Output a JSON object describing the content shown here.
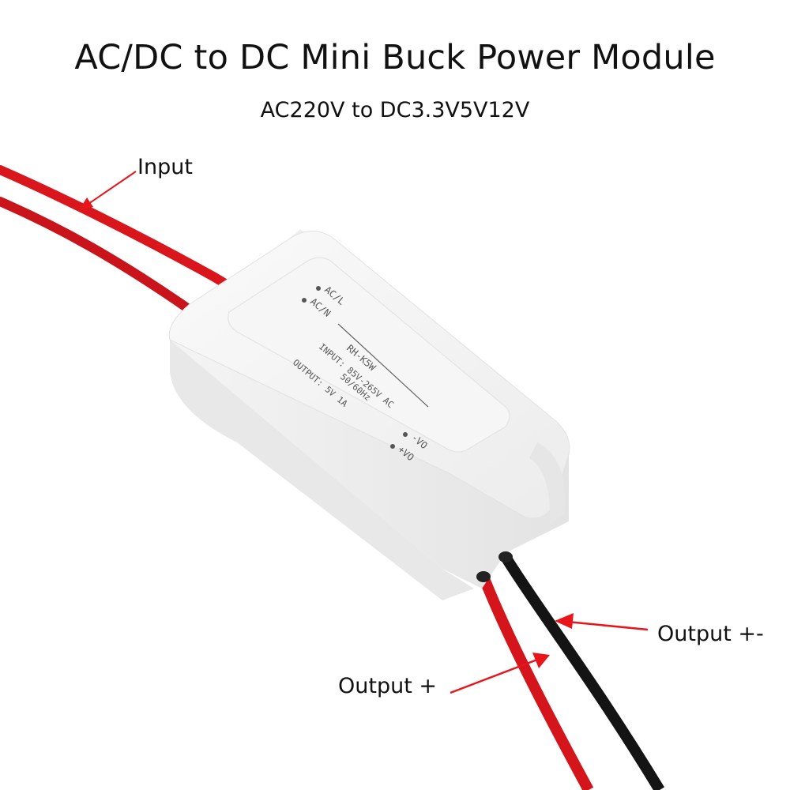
{
  "header": {
    "title": "AC/DC to DC Mini Buck Power Module",
    "subtitle": "AC220V to DC3.3V5V12V"
  },
  "annotations": {
    "input_label": "Input",
    "output_neg_label": "Output +-",
    "output_pos_label": "Output +",
    "arrow_color": "#e8151b"
  },
  "module": {
    "pin_ac_l": "AC/L",
    "pin_ac_n": "AC/N",
    "model": "RH-K5W",
    "input_spec": "INPUT: 85V-265V AC",
    "frequency": "50/60Hz",
    "output_spec": "OUTPUT: 5V 1A",
    "pin_neg_vo": "-VO",
    "pin_pos_vo": "+VO",
    "body_color": "#f2f2f2"
  },
  "wires": {
    "red": "#d8161c",
    "black": "#141414"
  }
}
